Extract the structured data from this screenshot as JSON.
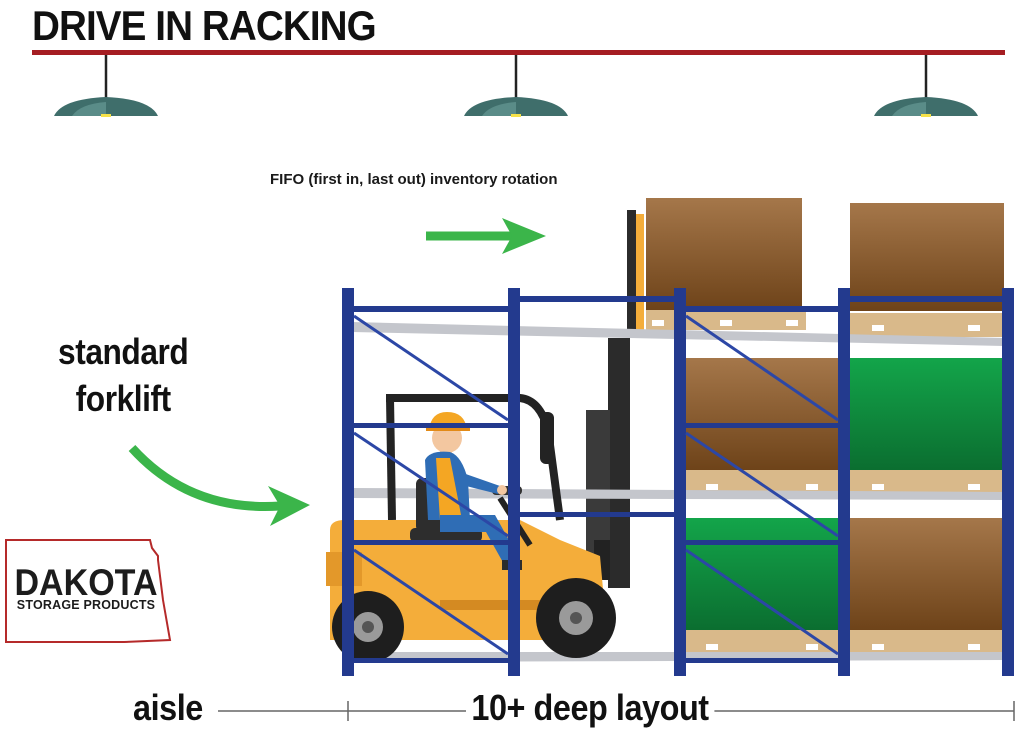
{
  "title": "DRIVE IN RACKING",
  "rotation_note": "FIFO (first in, last out) inventory rotation",
  "forklift_label": "standard forklift",
  "aisle_label": "aisle",
  "layout_label": "10+ deep layout",
  "logo": {
    "name": "DAKOTA",
    "subtitle": "STORAGE PRODUCTS"
  },
  "colors": {
    "title_rule": "#a51d22",
    "rack_upright": "#233a8e",
    "rail": "#c4c6cc",
    "forklift": "#f4ad3a",
    "arrow": "#3bb54a",
    "box_brown": "#8a5a2b",
    "box_green": "#0e8a3c",
    "pallet": "#d9b98a",
    "lamp": "#3f6e6b",
    "logo_outline": "#b52a2a"
  }
}
